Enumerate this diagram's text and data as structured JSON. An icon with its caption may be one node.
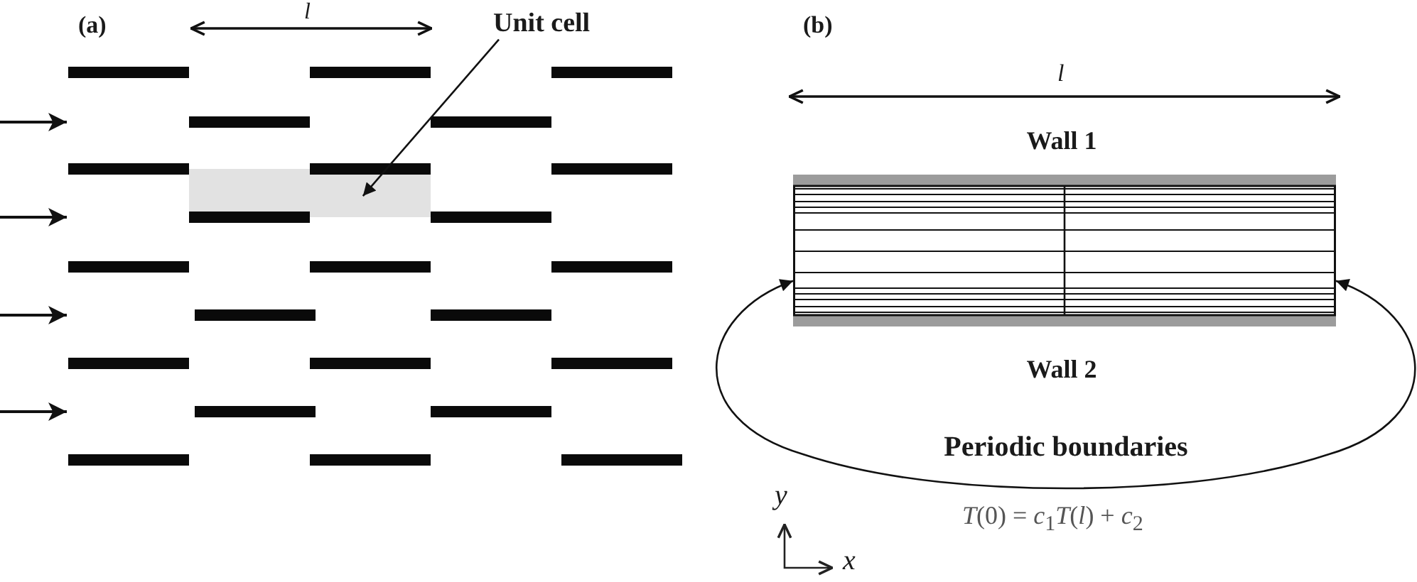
{
  "diagram": {
    "nodes": [
      {
        "text": [
          "Unit cell"
        ]
      },
      {
        "text": [],
        "shape": "box"
      },
      {
        "text": [],
        "shape": "box"
      }
    ],
    "edges": [
      {
        "from": 0,
        "to": 1,
        "arrow": "to"
      },
      {
        "from": 2,
        "to": 2,
        "arrow": "both",
        "label": "Periodic boundaries"
      }
    ],
    "labels": [
      "(a)",
      "l",
      "(b)",
      "l",
      "Wall 1",
      "Wall 2",
      "y",
      "*T*(0) = *c*$_{1}$*T*(*l*) + *c*$_{2}$",
      "x"
    ]
  }
}
